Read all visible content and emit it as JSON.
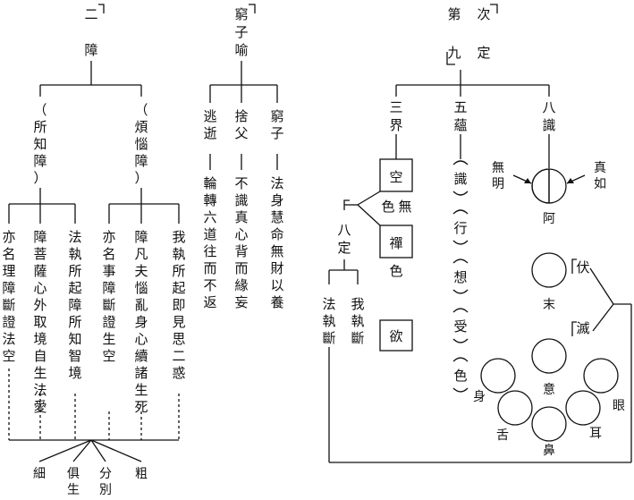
{
  "col1": {
    "title": "二障",
    "b1": "（所知障）",
    "b2": "（煩惱障）",
    "leaves": [
      "亦名理障斷證法空",
      "障菩薩心外取境自生法愛",
      "法執所起障所知智境",
      "亦名事障斷證生空",
      "障凡夫惱亂身心續諸生死",
      "我執所起即見思二惑"
    ],
    "bottom": [
      "細",
      "俱生",
      "分別",
      "粗"
    ]
  },
  "col2": {
    "title": "窮子喻",
    "heads": [
      "逃逝",
      "捨父",
      "窮子"
    ],
    "tails": [
      "輪轉六道往而不返",
      "不識真心背而緣妄",
      "法身慧命無財以養"
    ]
  },
  "col3": {
    "title_a": "第九",
    "title_b": "次定",
    "branch": [
      "三界",
      "五蘊",
      "八識"
    ],
    "realms": [
      "空",
      "色",
      "無",
      "禪",
      "色",
      "欲"
    ],
    "eight_ding": "八定",
    "fa_zhi": "法執斷",
    "wo_zhi": "我執斷",
    "aggregates": [
      "識",
      "行",
      "想",
      "受",
      "色"
    ],
    "wuming": "無明",
    "zhenru": "真如",
    "alaya": "阿",
    "mo": "末",
    "fu": "伏",
    "mie": "滅",
    "yi": "意",
    "senses": [
      "身",
      "舌",
      "鼻",
      "耳",
      "眼"
    ]
  }
}
